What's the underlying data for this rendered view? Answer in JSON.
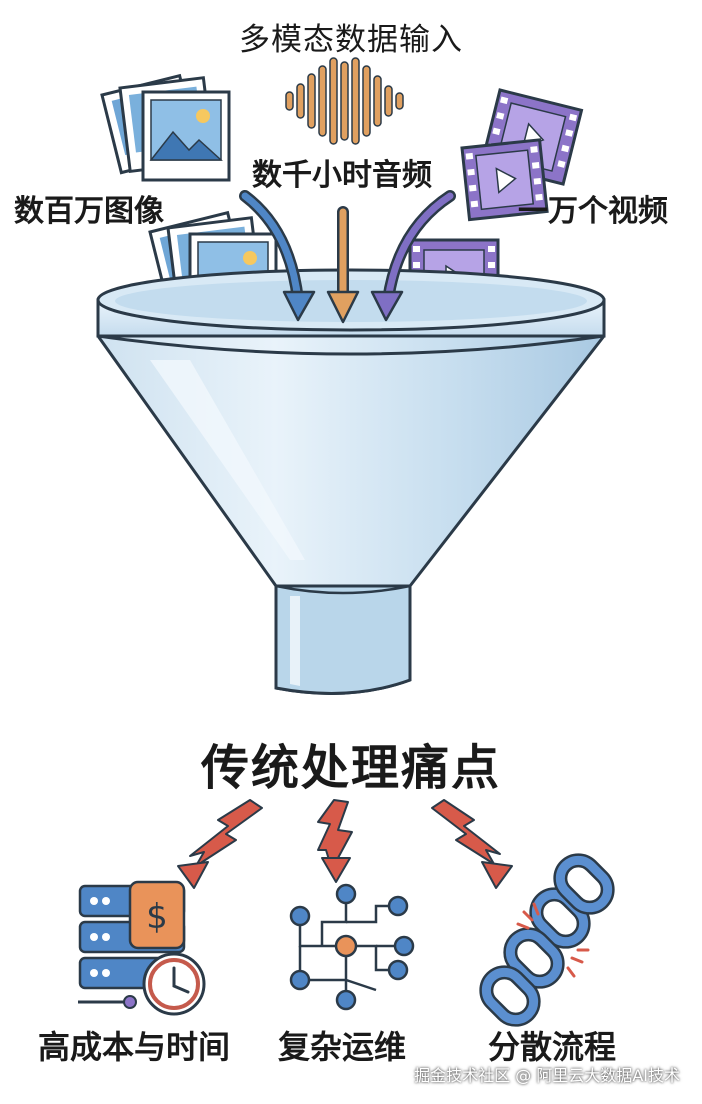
{
  "title": "多模态数据输入",
  "inputs": {
    "images": "数百万图像",
    "audio": "数千小时音频",
    "videos": "一万个视频"
  },
  "pain_title": "传统处理痛点",
  "pain_points": {
    "cost": "高成本与时间",
    "ops": "复杂运维",
    "flow": "分散流程"
  },
  "watermark": "掘金技术社区 @ 阿里云大数据AI技术",
  "colors": {
    "funnel_light": "#e4f0f8",
    "funnel_mid": "#b9d6ea",
    "outline": "#2b3a48",
    "arrow_blue": "#4f86c6",
    "arrow_orange": "#e0a060",
    "arrow_purple": "#7f6fc4",
    "video_purple": "#8c74c8",
    "red_arrow": "#d75a4a",
    "server_blue": "#4f86c6",
    "coin_orange": "#e9935a",
    "chain_blue": "#5b8fd0"
  },
  "icons": [
    "photo-stack-icon",
    "sound-wave-icon",
    "video-film-icon",
    "funnel-icon",
    "lightning-arrow-icon",
    "server-cost-icon",
    "network-icon",
    "broken-chain-icon"
  ]
}
